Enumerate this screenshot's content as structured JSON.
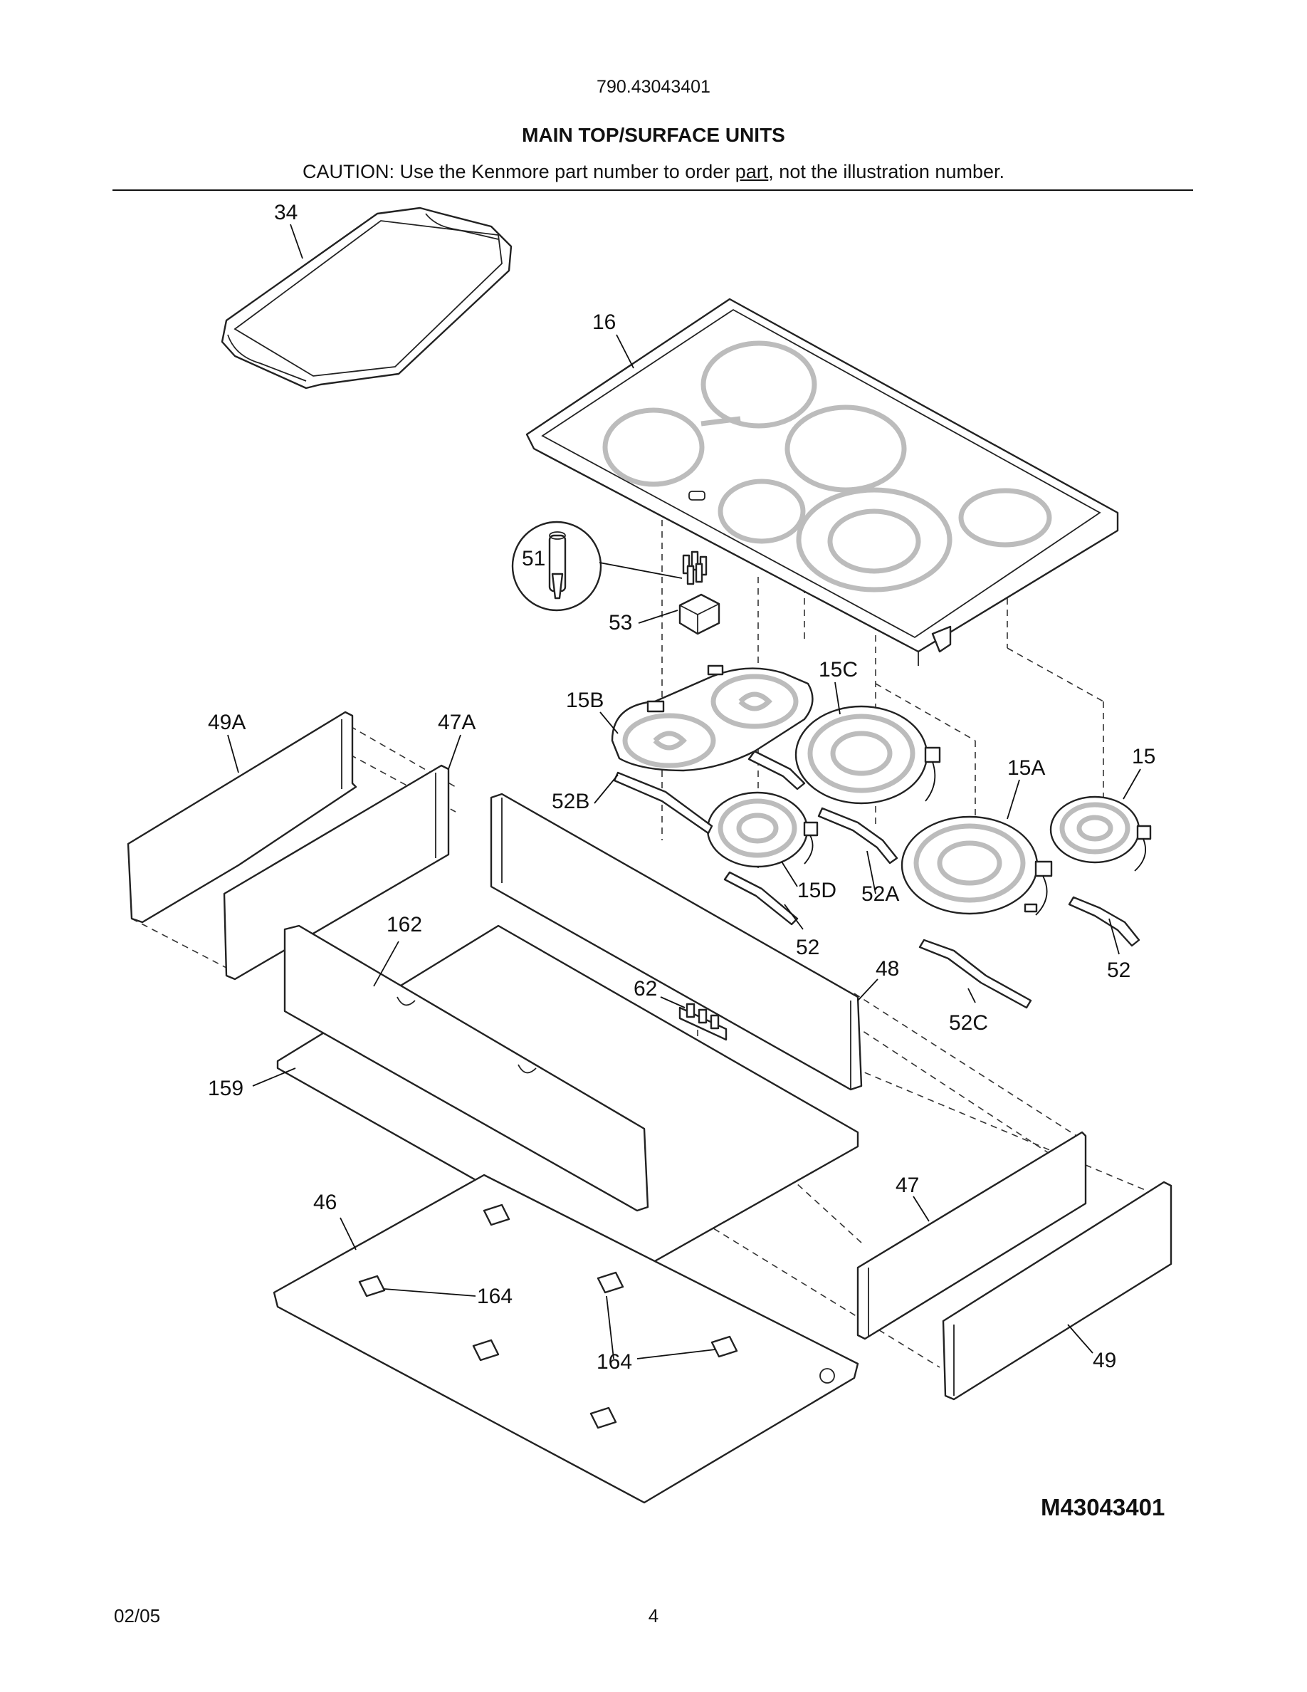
{
  "header": {
    "model_number": "790.43043401",
    "section_title": "MAIN TOP/SURFACE UNITS",
    "caution_before": "CAUTION: Use the Kenmore part number to order ",
    "caution_underlined": "part",
    "caution_after": ", not the illustration number."
  },
  "callouts": {
    "c34": "34",
    "c16": "16",
    "c51": "51",
    "c53": "53",
    "c15B": "15B",
    "c15C": "15C",
    "c49A": "49A",
    "c47A": "47A",
    "c15A": "15A",
    "c15": "15",
    "c52B": "52B",
    "c15D": "15D",
    "c52A": "52A",
    "c162": "162",
    "c52": "52",
    "c52b": "52",
    "c48": "48",
    "c62": "62",
    "c52C": "52C",
    "c159": "159",
    "c47": "47",
    "c46": "46",
    "c164a": "164",
    "c164b": "164",
    "c49": "49"
  },
  "figure_code": "M43043401",
  "footer": {
    "date": "02/05",
    "page_number": "4"
  }
}
